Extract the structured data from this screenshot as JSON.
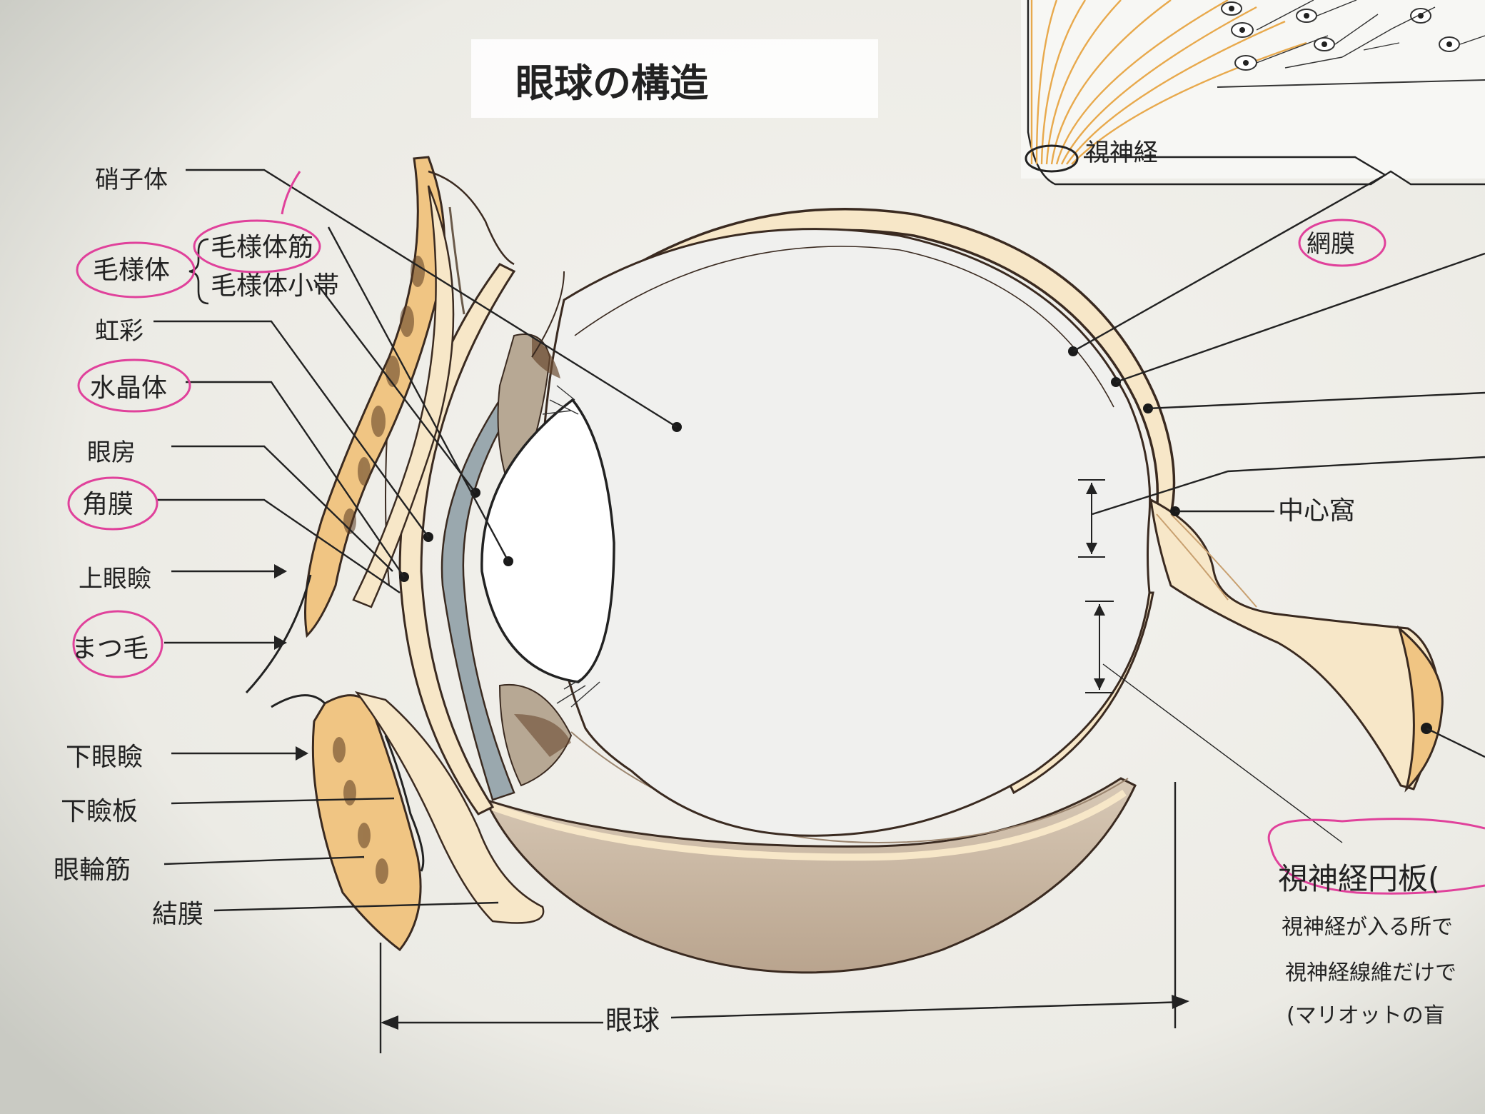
{
  "page_title": "眼球の構造",
  "labels": {
    "vitreous": "硝子体",
    "ciliary_body": "毛様体",
    "ciliary_muscle": "毛様体筋",
    "zonule": "毛様体小帯",
    "iris": "虹彩",
    "lens": "水晶体",
    "chamber": "眼房",
    "cornea": "角膜",
    "upper_eyelid": "上眼瞼",
    "eyelash": "まつ毛",
    "lower_eyelid": "下眼瞼",
    "lower_tarsus": "下瞼板",
    "orbicularis": "眼輪筋",
    "conjunctiva": "結膜",
    "eyeball": "眼球",
    "optic_nerve": "視神経",
    "retina": "網膜",
    "fovea": "中心窩",
    "optic_disc_title": "視神経円板(",
    "optic_disc_text": [
      "視神経が入る所で",
      "視神経線維だけで",
      "(マリオットの盲"
    ]
  },
  "colors": {
    "page_bg": "#f2f1ec",
    "tissue_light": "#f7e7c8",
    "tissue_orange": "#f0c583",
    "sclera_brown": "#c8b8a4",
    "iris_blue": "#9aa8ae",
    "annotation_pink": "#e0419b",
    "nerve_orange": "#e8a94c"
  }
}
